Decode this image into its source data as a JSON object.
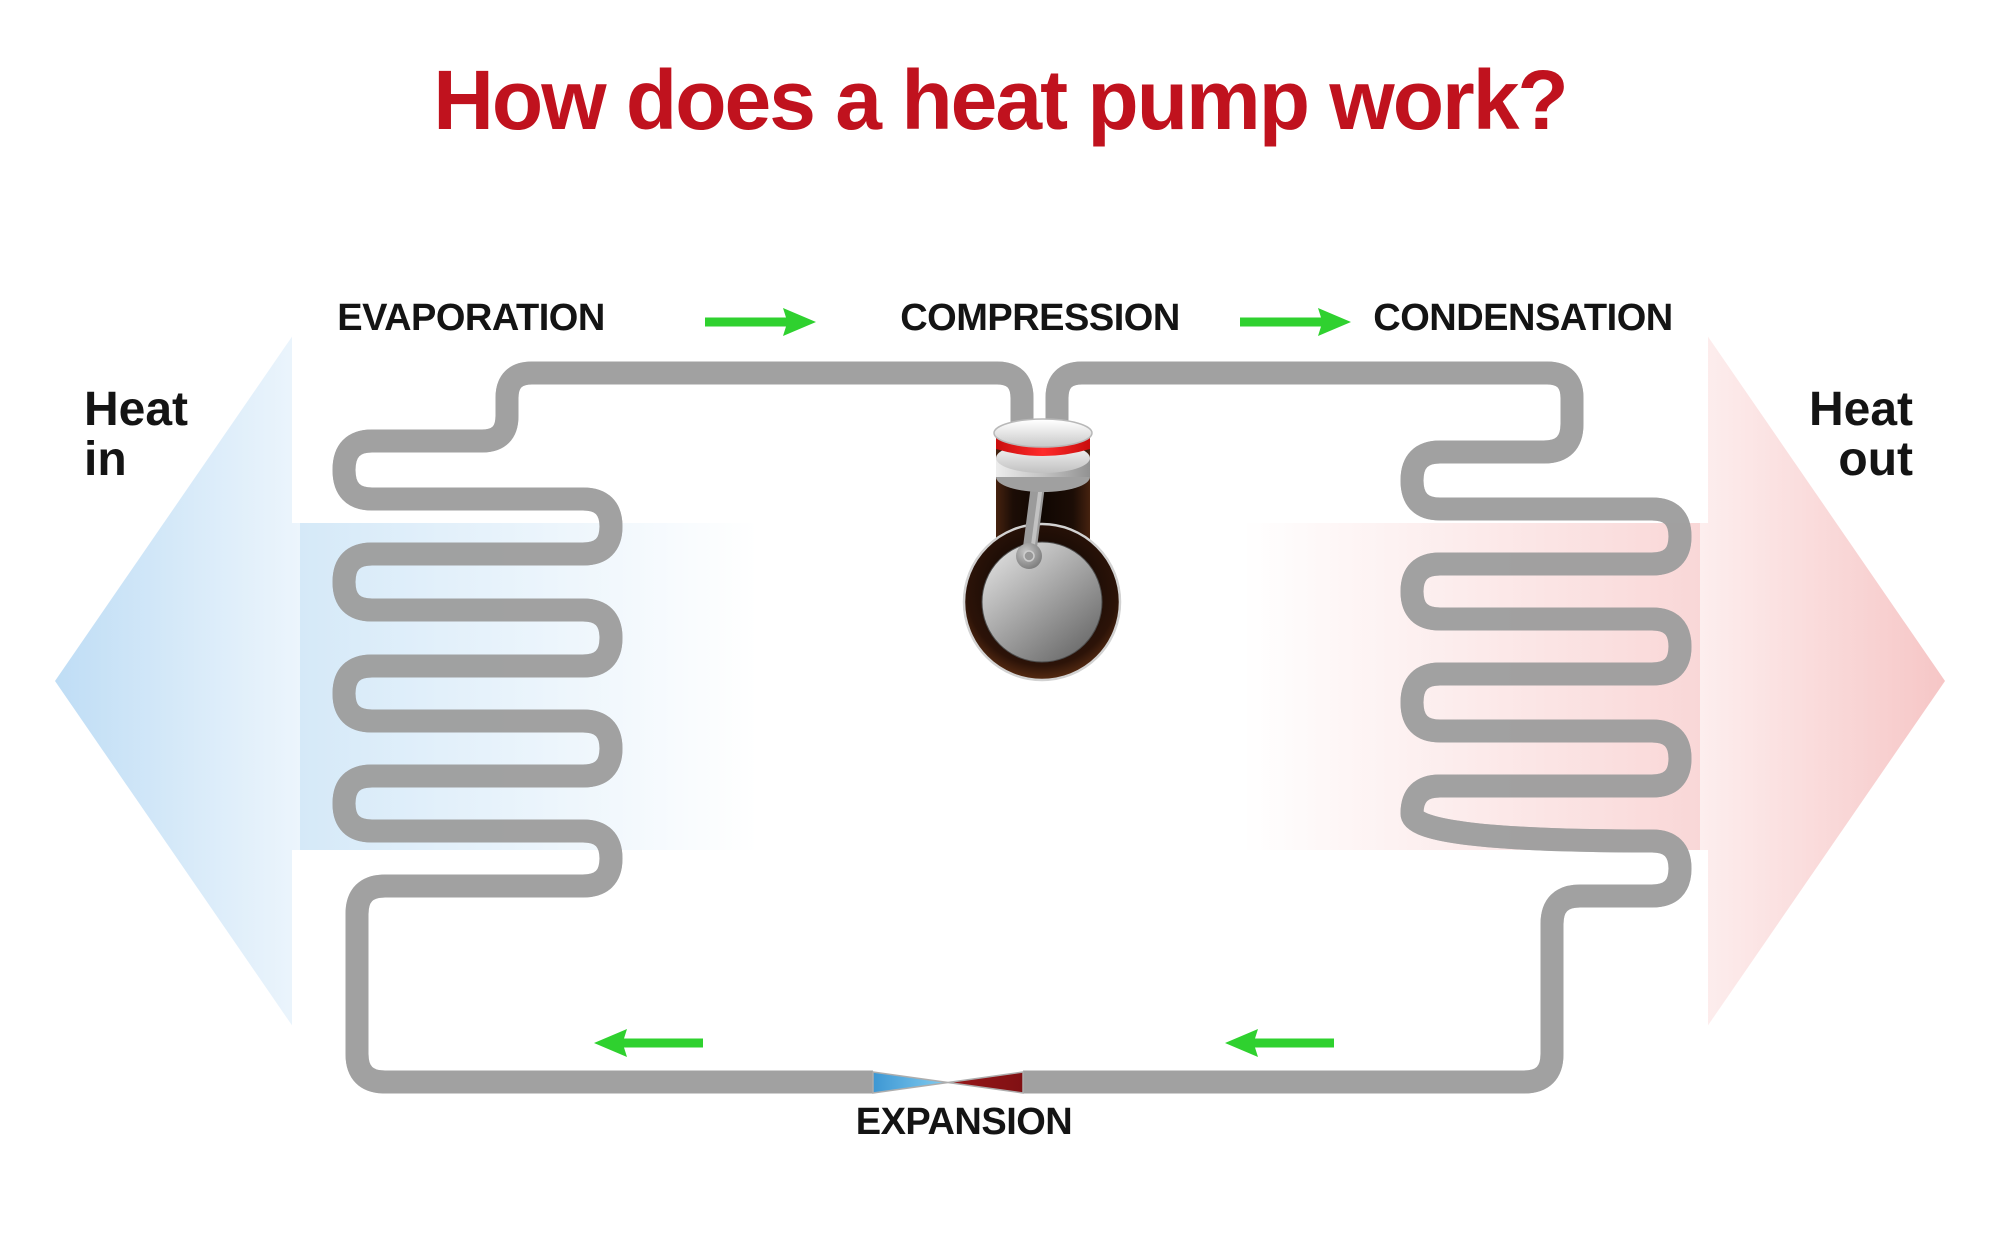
{
  "title": {
    "text": "How does a heat pump work?"
  },
  "stages": {
    "evaporation": "EVAPORATION",
    "compression": "COMPRESSION",
    "condensation": "CONDENSATION",
    "expansion": "EXPANSION"
  },
  "side_labels": {
    "heat_in_line1": "Heat",
    "heat_in_line2": "in",
    "heat_out_line1": "Heat",
    "heat_out_line2": "out"
  },
  "icons": {
    "flow_arrow": "green-flow-arrow-icon",
    "heat_in_arrow": "big-left-arrow-icon",
    "heat_out_arrow": "big-right-arrow-icon"
  },
  "colors": {
    "title": "#c0121e",
    "label_text": "#141414",
    "pipe_blue_dark": "#135fa5",
    "pipe_blue_light": "#67c8f2",
    "pipe_red_dark": "#7c0d10",
    "pipe_red_bright": "#e8141b",
    "flow_arrow_green": "#2fd12f",
    "heat_in_arrow_fill": "#c2dff6",
    "heat_out_arrow_fill": "#f6c8c8"
  }
}
